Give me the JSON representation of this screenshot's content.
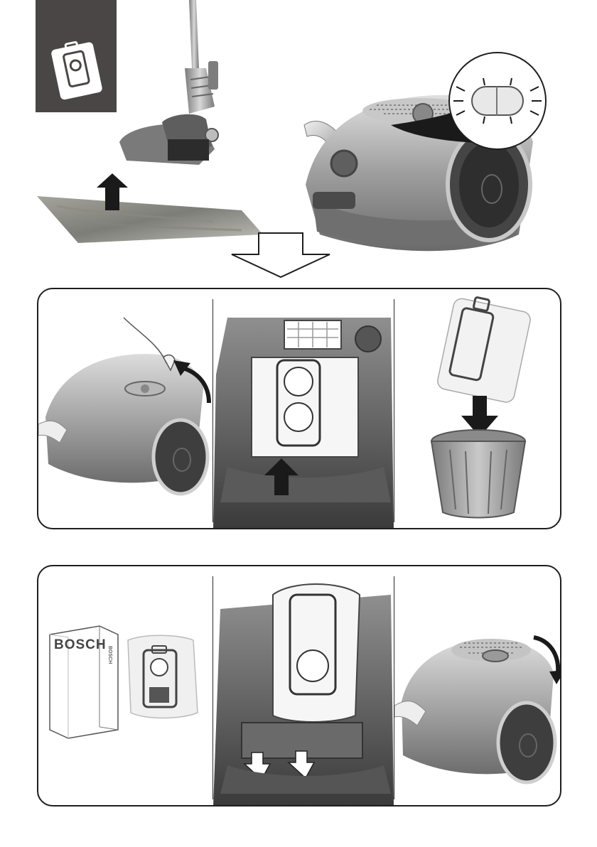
{
  "header_badge": {
    "icon": "dust-bag-icon",
    "bg_color": "#4a4645"
  },
  "filter_indicator": {
    "icon": "filter-indicator-icon"
  },
  "box_brand": {
    "front": "BOSCH",
    "side": "BOSCH"
  },
  "colors": {
    "outline": "#1e1e1e",
    "arrow": "#1a1a1a",
    "vacuum_body": "#9a9a9a"
  },
  "steps": {
    "remove": [
      "open-lid",
      "pull-out-bag",
      "dispose-bag"
    ],
    "insert": [
      "new-bag-pack",
      "insert-bag",
      "close-lid"
    ]
  }
}
